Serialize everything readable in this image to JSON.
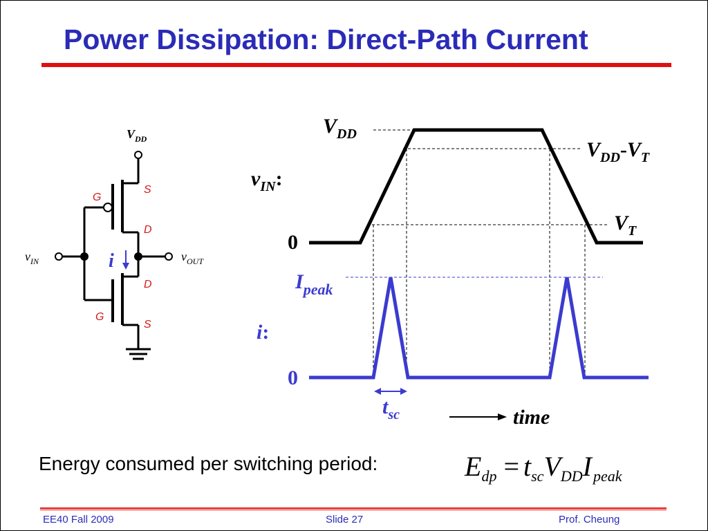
{
  "slide": {
    "title": "Power Dissipation: Direct-Path Current",
    "footer": {
      "left": "EE40 Fall 2009",
      "center": "Slide 27",
      "right": "Prof. Cheung"
    },
    "energy_text": "Energy consumed per switching period:"
  },
  "circuit": {
    "vdd": {
      "main": "V",
      "sub": "DD"
    },
    "vin": {
      "main": "v",
      "sub": "IN"
    },
    "vout": {
      "main": "v",
      "sub": "OUT"
    },
    "current": "i",
    "pmos": {
      "gate": "G",
      "source": "S",
      "drain": "D"
    },
    "nmos": {
      "gate": "G",
      "source": "S",
      "drain": "D"
    }
  },
  "waveform": {
    "vdd": {
      "main": "V",
      "sub": "DD"
    },
    "vdd_minus_vt": {
      "a": "V",
      "a_sub": "DD",
      "dash": "-",
      "b": "V",
      "b_sub": "T"
    },
    "vt": {
      "main": "V",
      "sub": "T"
    },
    "vin_label": {
      "main": "v",
      "sub": "IN",
      "colon": ":"
    },
    "zero_top": "0",
    "ipeak": {
      "main": "I",
      "sub": "peak"
    },
    "i_label": {
      "main": "i",
      "colon": ":"
    },
    "zero_bottom": "0",
    "tsc": {
      "main": "t",
      "sub": "sc"
    },
    "time": "time"
  },
  "equation": {
    "E": "E",
    "E_sub": "dp",
    "eq": "=",
    "t": "t",
    "t_sub": "sc",
    "V": "V",
    "V_sub": "DD",
    "I": "I",
    "I_sub": "peak"
  },
  "colors": {
    "title": "#2b2bb8",
    "accent_red": "#e01010",
    "current_blue": "#3b3bd0",
    "label_red": "#d41a1a"
  }
}
